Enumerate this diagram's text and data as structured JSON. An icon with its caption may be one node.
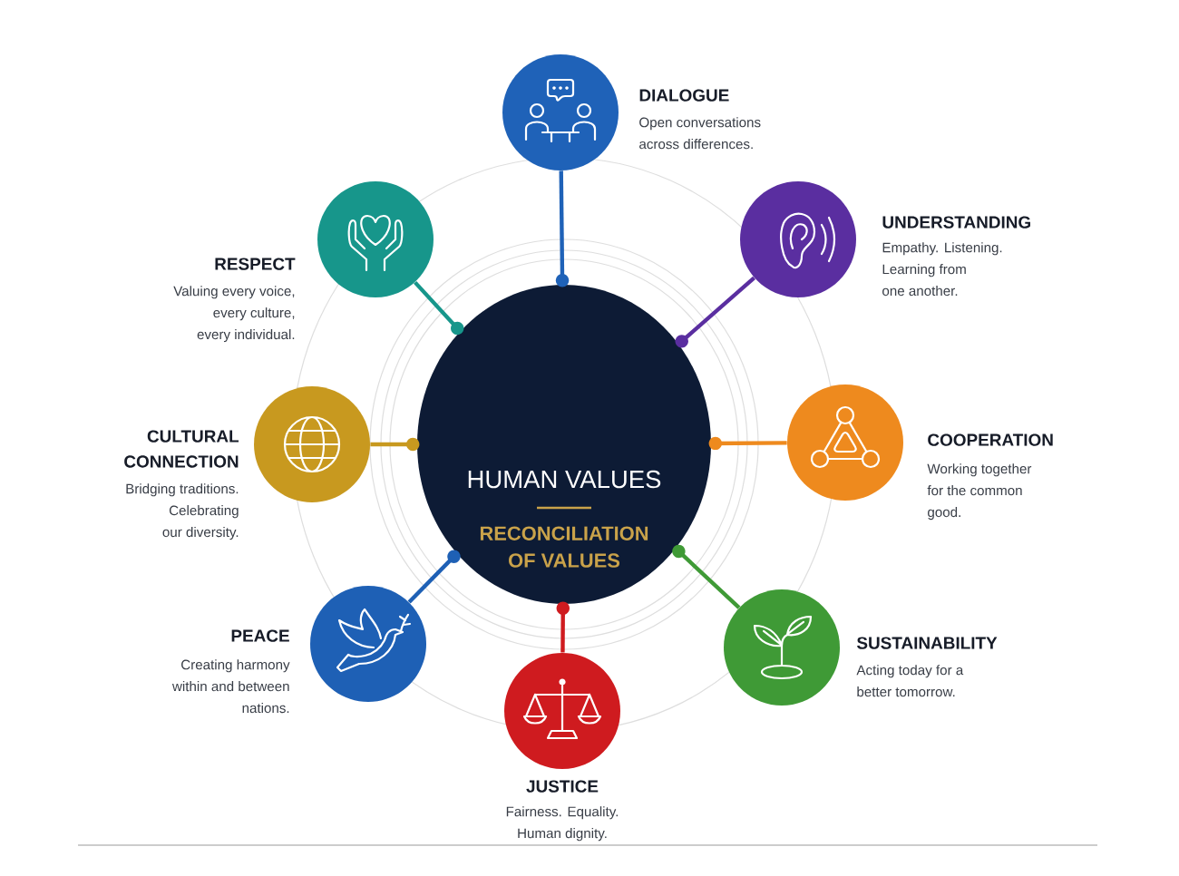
{
  "diagram": {
    "nodes": [
      {
        "text": [
          "HUMAN VALUES",
          "RECONCILIATION OF VALUES"
        ]
      },
      {
        "text": [
          "DIALOGUE"
        ],
        "beside": [
          "Open conversations across differences."
        ]
      },
      {
        "text": [
          "UNDERSTANDING"
        ],
        "beside": [
          "Empathy. Listening. Learning from one another."
        ]
      },
      {
        "text": [
          "COOPERATION"
        ],
        "beside": [
          "Working together for the common good."
        ]
      },
      {
        "text": [
          "SUSTAINABILITY"
        ],
        "beside": [
          "Acting today for a better tomorrow."
        ]
      },
      {
        "text": [
          "JUSTICE"
        ],
        "beside": [
          "Fairness. Equality. Human dignity."
        ]
      },
      {
        "text": [
          "PEACE"
        ],
        "beside": [
          "Creating harmony within and between nations."
        ]
      },
      {
        "text": [
          "CULTURAL CONNECTION"
        ],
        "beside": [
          "Bridging traditions. Celebrating our diversity."
        ]
      },
      {
        "text": [
          "RESPECT"
        ],
        "beside": [
          "Valuing every voice, every culture, every individual."
        ]
      }
    ],
    "edges": [
      {
        "from": 0,
        "to": 1,
        "arrow": "other",
        "color": "#1f62b8"
      },
      {
        "from": 0,
        "to": 2,
        "arrow": "other",
        "color": "#5a2ea0"
      },
      {
        "from": 0,
        "to": 3,
        "arrow": "other",
        "color": "#ee8a1e"
      },
      {
        "from": 0,
        "to": 4,
        "arrow": "other",
        "color": "#3f9a36"
      },
      {
        "from": 0,
        "to": 5,
        "arrow": "other",
        "color": "#cf1b1f"
      },
      {
        "from": 0,
        "to": 6,
        "arrow": "other",
        "color": "#1e60b5"
      },
      {
        "from": 0,
        "to": 7,
        "arrow": "other",
        "color": "#c8991f"
      },
      {
        "from": 0,
        "to": 8,
        "arrow": "other",
        "color": "#17968b"
      }
    ]
  }
}
